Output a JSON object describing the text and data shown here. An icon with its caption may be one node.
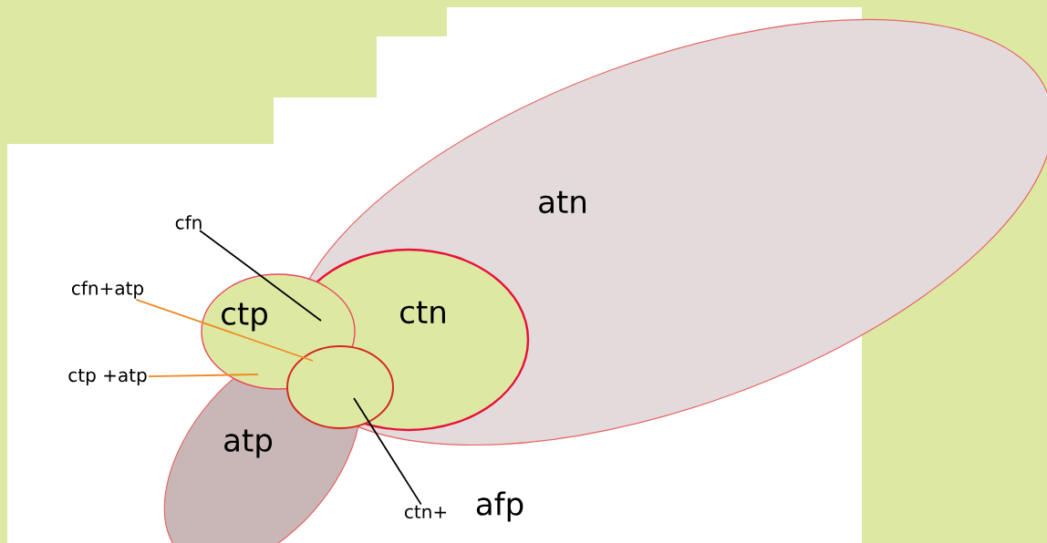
{
  "diagram": {
    "nodes": [
      {
        "text": [
          "atn"
        ]
      },
      {
        "text": [
          "cfn"
        ]
      },
      {
        "text": [
          "cfn+atp"
        ]
      },
      {
        "text": [
          "ctp"
        ]
      },
      {
        "text": [
          "ctn"
        ],
        "in": 0
      },
      {
        "text": [
          "ctp +atp"
        ]
      },
      {
        "text": [],
        "shape": "ellipse",
        "in": 4
      },
      {
        "text": [
          "atp"
        ]
      },
      {
        "text": [
          "ctn+"
        ]
      }
    ],
    "edges": [
      {
        "from": 1,
        "to": 3,
        "arrow": "none"
      },
      {
        "from": 2,
        "to": 6,
        "arrow": "none",
        "color": "#f08a24"
      },
      {
        "from": 5,
        "to": 3,
        "arrow": "none",
        "color": "#f08a24"
      },
      {
        "from": 8,
        "to": 6,
        "arrow": "none"
      }
    ],
    "labels": [
      "afp"
    ]
  }
}
